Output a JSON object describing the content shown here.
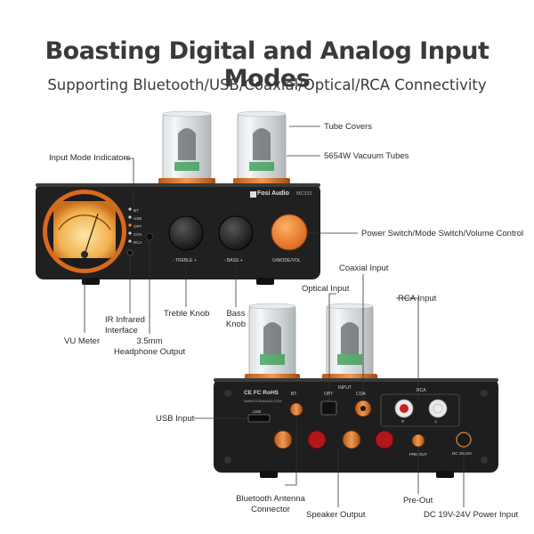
{
  "header": {
    "title": "Boasting Digital and Analog Input Modes",
    "subtitle": "Supporting Bluetooth/USB/Coaxial/Optical/RCA Connectivity"
  },
  "front": {
    "brand": "Fosi Audio",
    "model": "MC331",
    "indicators": [
      "BT",
      "USB",
      "OPT",
      "COA",
      "RCA"
    ],
    "knob_labels": [
      "- TREBLE +",
      "- BASS +",
      "⏻/MODE/VOL"
    ]
  },
  "back": {
    "certs": "CE FC RoHS",
    "website": "WWW.FOSIAUDIO.COM",
    "port_labels": {
      "bt": "BT",
      "usb": "USB",
      "opt": "OPT",
      "coa": "COA",
      "input": "INPUT",
      "rca": "RCA",
      "r": "R",
      "l": "L",
      "pre_out": "PRE OUT",
      "dc": "DC 19-24V"
    }
  },
  "callouts": {
    "tube_covers": "Tube Covers",
    "vacuum_tubes": "5654W Vacuum Tubes",
    "input_mode_indicators": "Input Mode Indicators",
    "power_switch": "Power Switch/Mode Switch/Volume Control",
    "vu_meter": "VU Meter",
    "ir_interface_1": "IR Infrared",
    "ir_interface_2": "Interface",
    "headphone_1": "3.5mm",
    "headphone_2": "Headphone Output",
    "treble_knob": "Treble Knob",
    "bass_knob_1": "Bass",
    "bass_knob_2": "Knob",
    "coaxial_input": "Coaxial Input",
    "optical_input": "Optical Input",
    "rca_input": "RCA Input",
    "usb_input": "USB Input",
    "bt_antenna_1": "Bluetooth Antenna",
    "bt_antenna_2": "Connector",
    "speaker_output": "Speaker Output",
    "pre_out": "Pre-Out",
    "dc_power": "DC 19V-24V Power Input"
  },
  "colors": {
    "accent_orange": "#e8762a",
    "body_black": "#222222",
    "vu_glow": "#f7c66a"
  }
}
